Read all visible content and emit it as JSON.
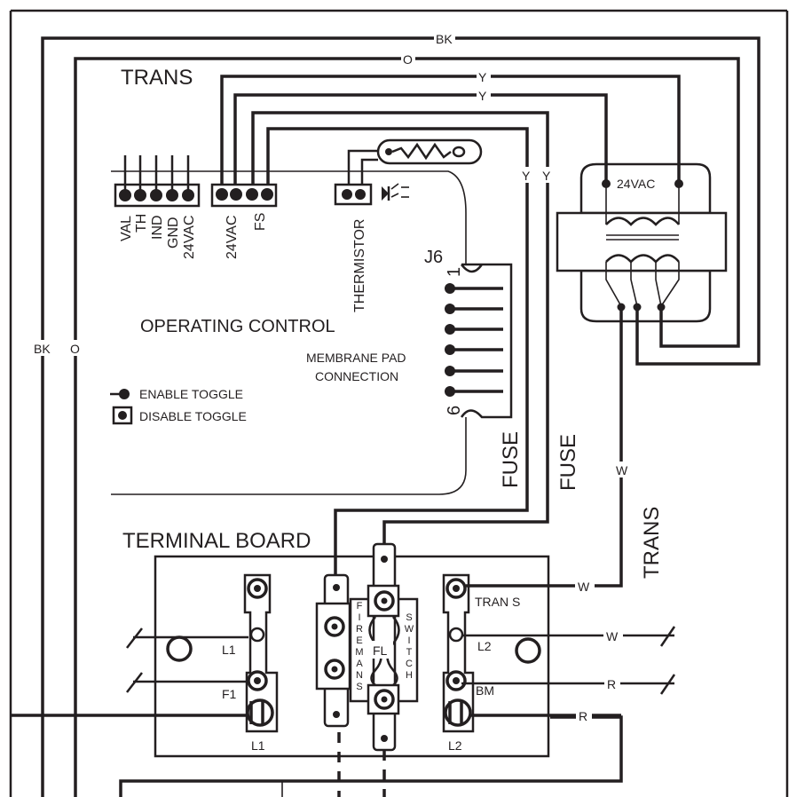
{
  "labels": {
    "trans_top": "TRANS",
    "trans_side": "TRANS",
    "operating_control": "OPERATING CONTROL",
    "terminal_board": "TERMINAL BOARD",
    "membrane_pad_1": "MEMBRANE PAD",
    "membrane_pad_2": "CONNECTION",
    "enable_toggle": "ENABLE TOGGLE",
    "disable_toggle": "DISABLE TOGGLE",
    "thermistor": "THERMISTOR",
    "j6": "J6",
    "j6_pin1": "1",
    "j6_pin6": "6",
    "fuse_left": "FUSE",
    "fuse_right": "FUSE",
    "vac24_trans": "24VAC",
    "fl": "FL",
    "firemans": "FIREMANS",
    "switch": "SWITCH"
  },
  "pins_left": [
    "VAL",
    "TH",
    "IND",
    "GND",
    "24VAC"
  ],
  "pins_mid": [
    "24VAC",
    "FS"
  ],
  "wire_labels": {
    "bk_top": "BK",
    "o_top": "O",
    "y_top1": "Y",
    "y_top2": "Y",
    "y_v1": "Y",
    "y_v2": "Y",
    "bk_left": "BK",
    "o_left": "O",
    "w_mid": "W",
    "w_trans": "W",
    "w_l2": "W",
    "r_bm": "R",
    "r_l2": "R"
  },
  "terminals": {
    "l1_top": "L1",
    "f1": "F1",
    "l1_bottom": "L1",
    "trans": "TRAN S",
    "l2_top": "L2",
    "bm": "BM",
    "l2_bottom": "L2"
  }
}
